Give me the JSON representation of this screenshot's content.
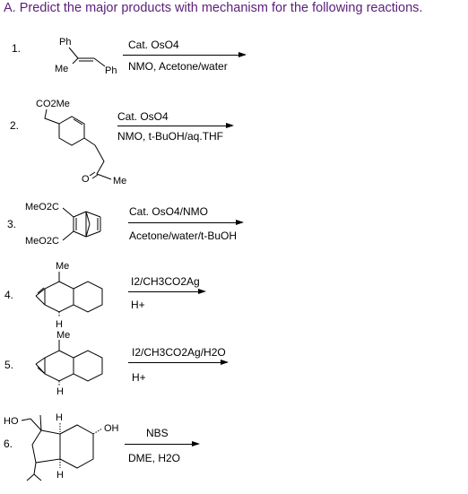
{
  "header": {
    "title": "A. Predict the major products with mechanism for the following reactions."
  },
  "reactions": [
    {
      "number": "1.",
      "reagent_top": "Cat. OsO4",
      "reagent_bottom": "NMO, Acetone/water",
      "labels": {
        "ph1": "Ph",
        "ph2": "Ph",
        "me": "Me"
      }
    },
    {
      "number": "2.",
      "reagent_top": "Cat. OsO4",
      "reagent_bottom": "NMO, t-BuOH/aq.THF",
      "labels": {
        "ester": "CO2Me",
        "o": "O",
        "me": "Me"
      }
    },
    {
      "number": "3.",
      "reagent_top": "Cat. OsO4/NMO",
      "reagent_bottom": "Acetone/water/t-BuOH",
      "labels": {
        "ester1": "MeO2C",
        "ester2": "MeO2C"
      }
    },
    {
      "number": "4.",
      "reagent_top": "I2/CH3CO2Ag",
      "reagent_bottom": "H+",
      "labels": {
        "me": "Me",
        "h": "H"
      }
    },
    {
      "number": "5.",
      "reagent_top": "I2/CH3CO2Ag/H2O",
      "reagent_bottom": "H+",
      "labels": {
        "me": "Me",
        "h": "H"
      }
    },
    {
      "number": "6.",
      "reagent_top": "NBS",
      "reagent_bottom": "DME, H2O",
      "labels": {
        "ho": "HO",
        "oh": "OH",
        "h1": "H",
        "h2": "H"
      }
    }
  ]
}
